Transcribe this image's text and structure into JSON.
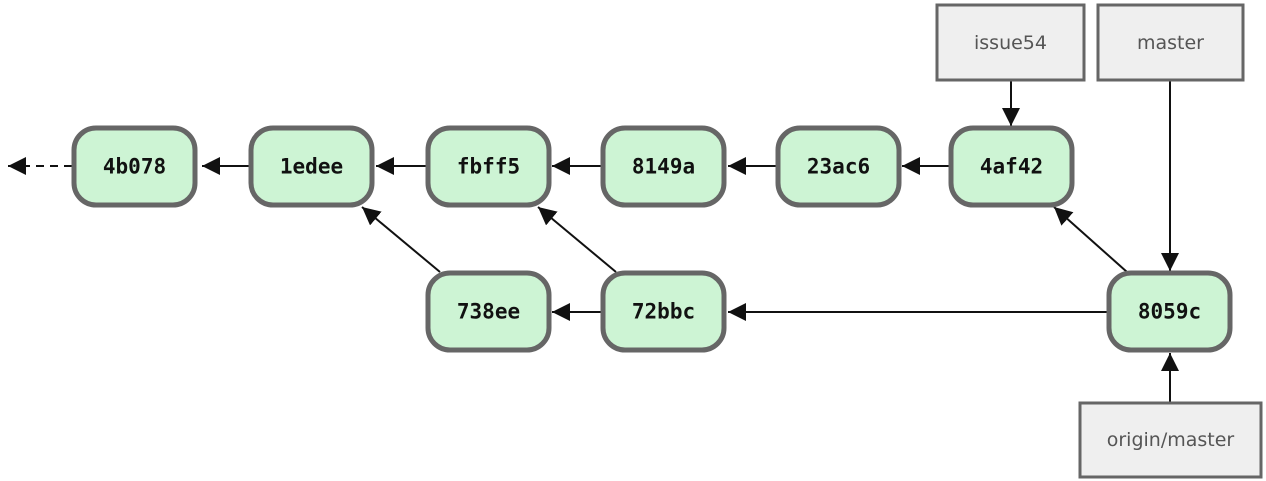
{
  "commits": {
    "c_4b078": "4b078",
    "c_1edee": "1edee",
    "c_fbff5": "fbff5",
    "c_8149a": "8149a",
    "c_23ac6": "23ac6",
    "c_4af42": "4af42",
    "c_738ee": "738ee",
    "c_72bbc": "72bbc",
    "c_8059c": "8059c"
  },
  "refs": {
    "issue54": "issue54",
    "master": "master",
    "origin_master": "origin/master"
  },
  "colors": {
    "commit_fill": "#cdf4d4",
    "commit_stroke": "#666666",
    "ref_fill": "#efefef",
    "arrow": "#111111"
  }
}
